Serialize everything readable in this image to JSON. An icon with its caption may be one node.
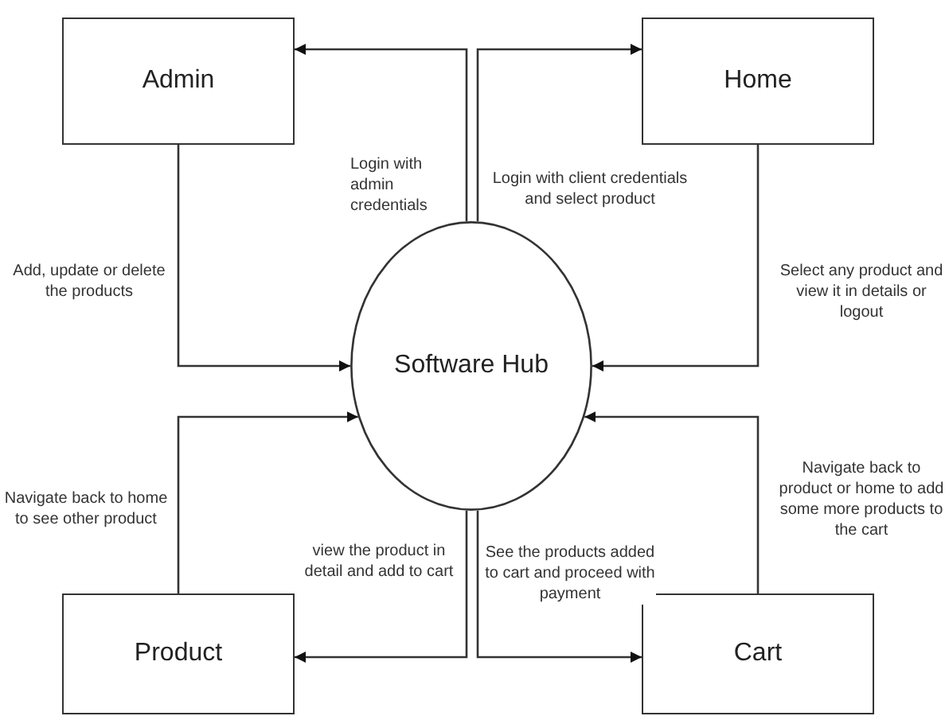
{
  "diagram": {
    "nodes": [
      {
        "text": [
          "Admin"
        ]
      },
      {
        "text": [
          "Home"
        ]
      },
      {
        "text": [
          "Software Hub"
        ]
      },
      {
        "text": [
          "Product"
        ]
      },
      {
        "text": [
          "Cart"
        ]
      }
    ],
    "edges": [
      {
        "from": 2,
        "to": 0,
        "arrow": "to",
        "label": "Login with admin credentials"
      },
      {
        "from": 2,
        "to": 1,
        "arrow": "to",
        "label": "Login with client credentials and select product"
      },
      {
        "from": 0,
        "to": 2,
        "arrow": "to",
        "label": "Add, update or delete the products"
      },
      {
        "from": 1,
        "to": 2,
        "arrow": "to",
        "label": "Select any product and view it in details or logout"
      },
      {
        "from": 3,
        "to": 2,
        "arrow": "to",
        "label": "Navigate back to home to see other product"
      },
      {
        "from": 2,
        "to": 3,
        "arrow": "to",
        "label": "view the product in detail and add to cart"
      },
      {
        "from": 2,
        "to": 4,
        "arrow": "to",
        "label": "See the products added to cart and proceed with payment"
      },
      {
        "from": 4,
        "to": 2,
        "arrow": "to",
        "label": "Navigate back to product or home to add some more products to the cart"
      }
    ]
  }
}
